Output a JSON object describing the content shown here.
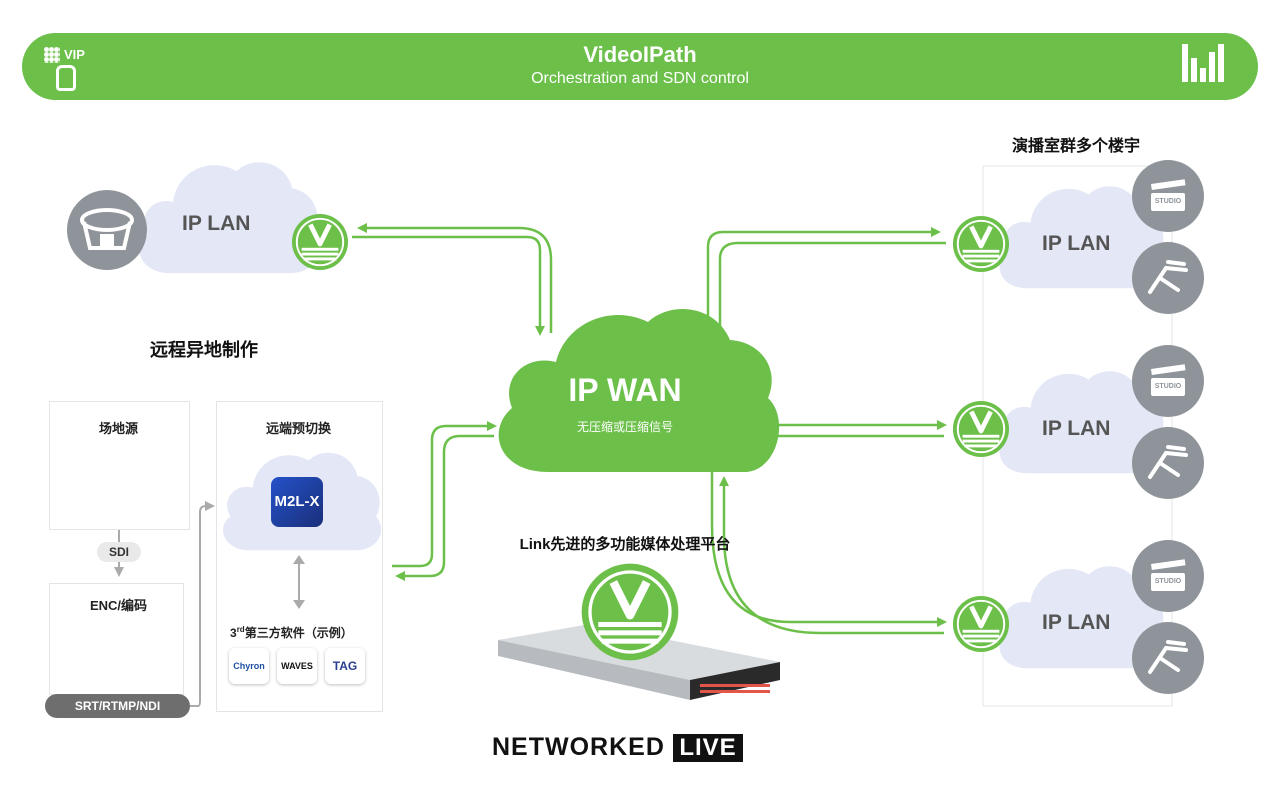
{
  "header": {
    "title": "VideoIPath",
    "subtitle": "Orchestration and SDN control",
    "vip_badge": "VIP"
  },
  "left": {
    "remote_lan_label": "IP LAN",
    "remote_section_title": "远程异地制作",
    "venue_source_title": "场地源",
    "sdi_label": "SDI",
    "enc_title": "ENC/编码",
    "transport_label": "SRT/RTMP/NDI",
    "remote_switch_title": "远端预切换",
    "m2lx_label": "M2L-X",
    "third_party_prefix": "3",
    "third_party_sup": "rd",
    "third_party_title": "第三方软件（示例）",
    "partner_logos": [
      "Chyron",
      "WAVES",
      "TAG"
    ]
  },
  "center": {
    "wan_label": "IP WAN",
    "wan_sub": "无压缩或压缩信号",
    "link_title": "Link先进的多功能媒体处理平台",
    "brand_prefix": "NETWORKED",
    "brand_box": "LIVE"
  },
  "right": {
    "section_title": "演播室群多个楼宇",
    "lan_labels": [
      "IP LAN",
      "IP LAN",
      "IP LAN"
    ],
    "studio_badge": "STUDIO"
  },
  "colors": {
    "green": "#6cc04a",
    "green_dark": "#4fa536",
    "cloud": "#e3e7f6",
    "grey_icon": "#8e9499",
    "pill_dark": "#6e6e6e"
  }
}
